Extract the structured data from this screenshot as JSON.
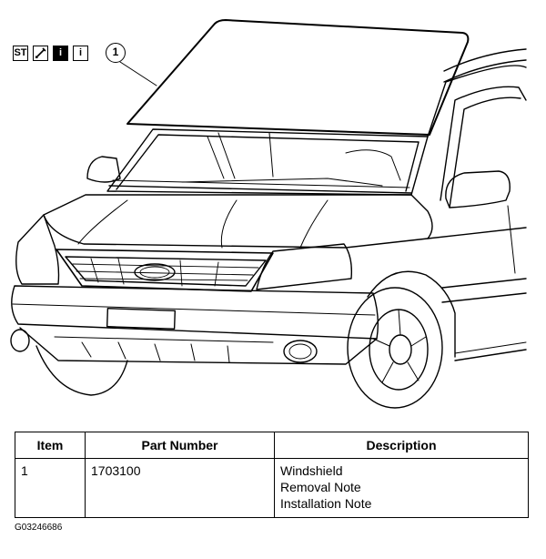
{
  "symbols": [
    {
      "label": "ST",
      "icon": "special-tool-icon"
    },
    {
      "label": "",
      "icon": "torque-wrench-icon"
    },
    {
      "label": "i",
      "icon": "info-inverted-icon"
    },
    {
      "label": "i",
      "icon": "info-icon"
    }
  ],
  "callout": "1",
  "table": {
    "headers": [
      "Item",
      "Part Number",
      "Description"
    ],
    "rows": [
      {
        "item": "1",
        "part_number": "1703100",
        "description": [
          "Windshield",
          "Removal Note",
          "Installation Note"
        ]
      }
    ]
  },
  "figure_id": "G03246686"
}
